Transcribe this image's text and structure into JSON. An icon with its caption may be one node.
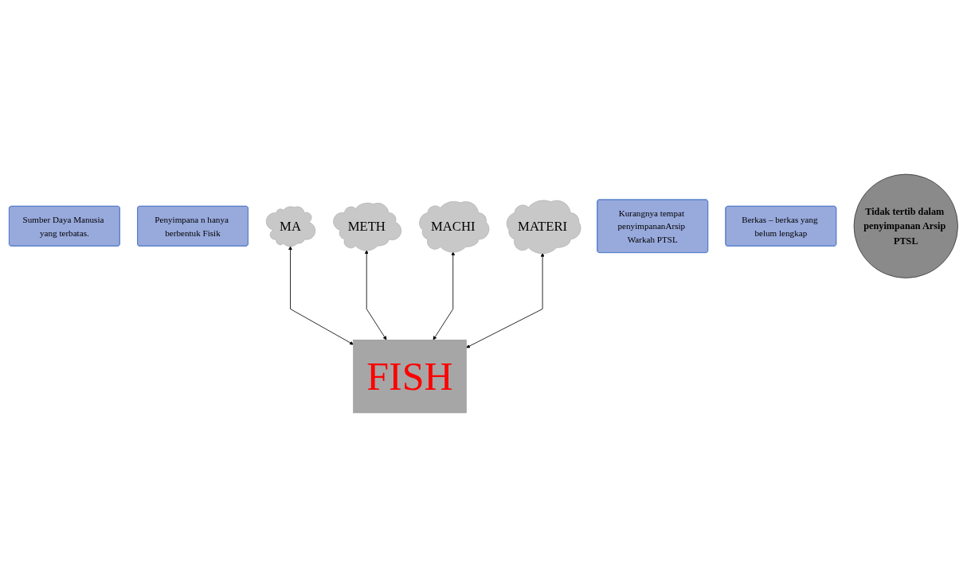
{
  "diagram": {
    "nodes": [
      {
        "text": [
          "MA"
        ]
      },
      {
        "text": [
          "METH"
        ]
      },
      {
        "text": [
          "Penyimpana n hanya berbentuk Fisik"
        ]
      },
      {
        "text": [
          "Sumber Daya Manusia yang terbatas."
        ]
      },
      {
        "text": [
          "FISH"
        ]
      },
      {
        "text": [
          "Tidak tertib dalam penyimpanan Arsip PTSL"
        ]
      },
      {
        "text": [
          "Kurangnya tempat penyimpananArsip Warkah PTSL"
        ]
      },
      {
        "text": [
          "Berkas – berkas yang belum lengkap"
        ]
      },
      {
        "text": [
          "MACHI"
        ]
      },
      {
        "text": [
          "MATERI"
        ]
      }
    ],
    "edges": [
      {
        "from": 0,
        "to": 4,
        "arrow": "both"
      },
      {
        "from": 1,
        "to": 4,
        "arrow": "both"
      },
      {
        "from": 8,
        "to": 4,
        "arrow": "both"
      },
      {
        "from": 9,
        "to": 4,
        "arrow": "both"
      }
    ]
  }
}
